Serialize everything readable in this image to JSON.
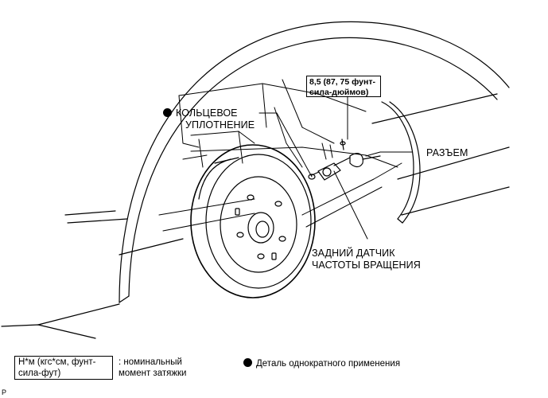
{
  "labels": {
    "torque_line1": "8,5 (87, 75 фунт-",
    "torque_line2": "сила-дюймов)",
    "o_ring_line1": "КОЛЬЦЕВОЕ",
    "o_ring_line2": "УПЛОТНЕНИЕ",
    "connector": "РАЗЪЕМ",
    "sensor_line1": "ЗАДНИЙ ДАТЧИК",
    "sensor_line2": "ЧАСТОТЫ ВРАЩЕНИЯ"
  },
  "legend": {
    "torque_unit_line1": "Н*м (кгс*см, фунт-",
    "torque_unit_line2": "сила-фут)",
    "torque_desc_line1": ": номинальный",
    "torque_desc_line2": "момент затяжки",
    "nonreusable": "Деталь однократного применения"
  },
  "corner_mark": "P"
}
